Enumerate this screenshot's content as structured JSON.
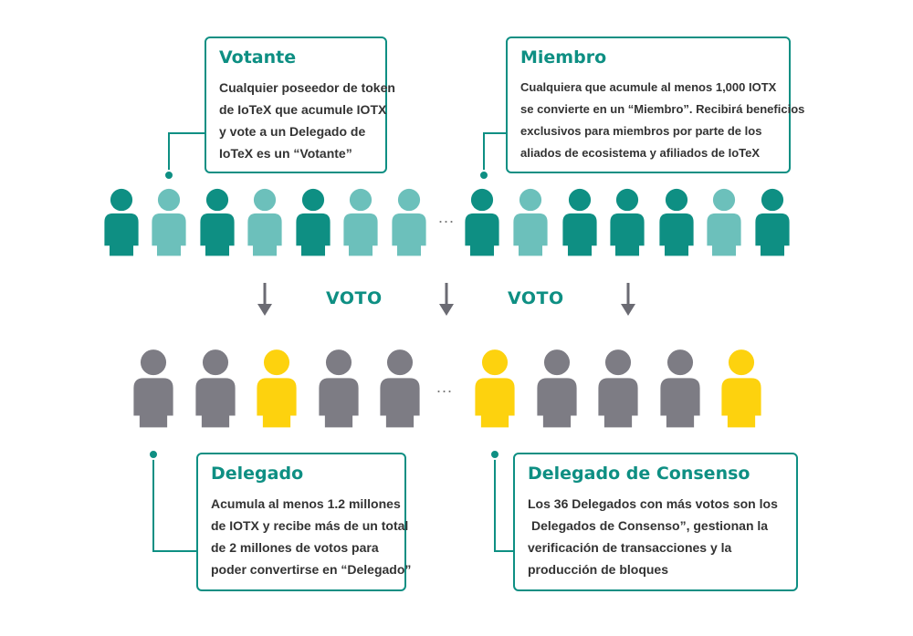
{
  "boxes": {
    "votante": {
      "title": "Votante",
      "lines": [
        "Cualquier poseedor de token",
        "de IoTeX que acumule IOTX",
        "y vote a un Delegado de",
        "IoTeX es un “Votante”"
      ]
    },
    "miembro": {
      "title": "Miembro",
      "lines": [
        "Cualquiera que acumule al menos 1,000 IOTX",
        "se convierte en un “Miembro”. Recibirá beneficios",
        "exclusivos para miembros por parte de los",
        "aliados de ecosistema y afiliados de IoTeX"
      ]
    },
    "delegado": {
      "title": "Delegado",
      "lines": [
        "Acumula al menos 1.2 millones",
        "de IOTX y recibe más de un total",
        "de 2 millones de votos para",
        "poder convertirse en “Delegado”"
      ]
    },
    "consenso": {
      "title": "Delegado de Consenso",
      "lines": [
        "Los 36 Delegados con más votos son los",
        "Delegados de Consenso”, gestionan la",
        "verificación de transacciones y la",
        "producción de bloques"
      ]
    }
  },
  "vote_label_1": "VOTO",
  "vote_label_2": "VOTO",
  "ellipsis_top": "...",
  "ellipsis_bottom": "...",
  "colors": {
    "teal_dark": "#0e8f83",
    "teal_light": "#6cc0bb",
    "gray": "#7d7c84",
    "yellow": "#fdd20e",
    "arrow": "#6b6b73"
  },
  "people": {
    "top": [
      "dark",
      "light",
      "dark",
      "light",
      "dark",
      "light",
      "light",
      "dark",
      "light",
      "dark",
      "dark",
      "dark",
      "light",
      "dark"
    ],
    "bottom": [
      "gray",
      "gray",
      "yellow",
      "gray",
      "gray",
      "yellow",
      "gray",
      "gray",
      "gray",
      "yellow"
    ]
  }
}
